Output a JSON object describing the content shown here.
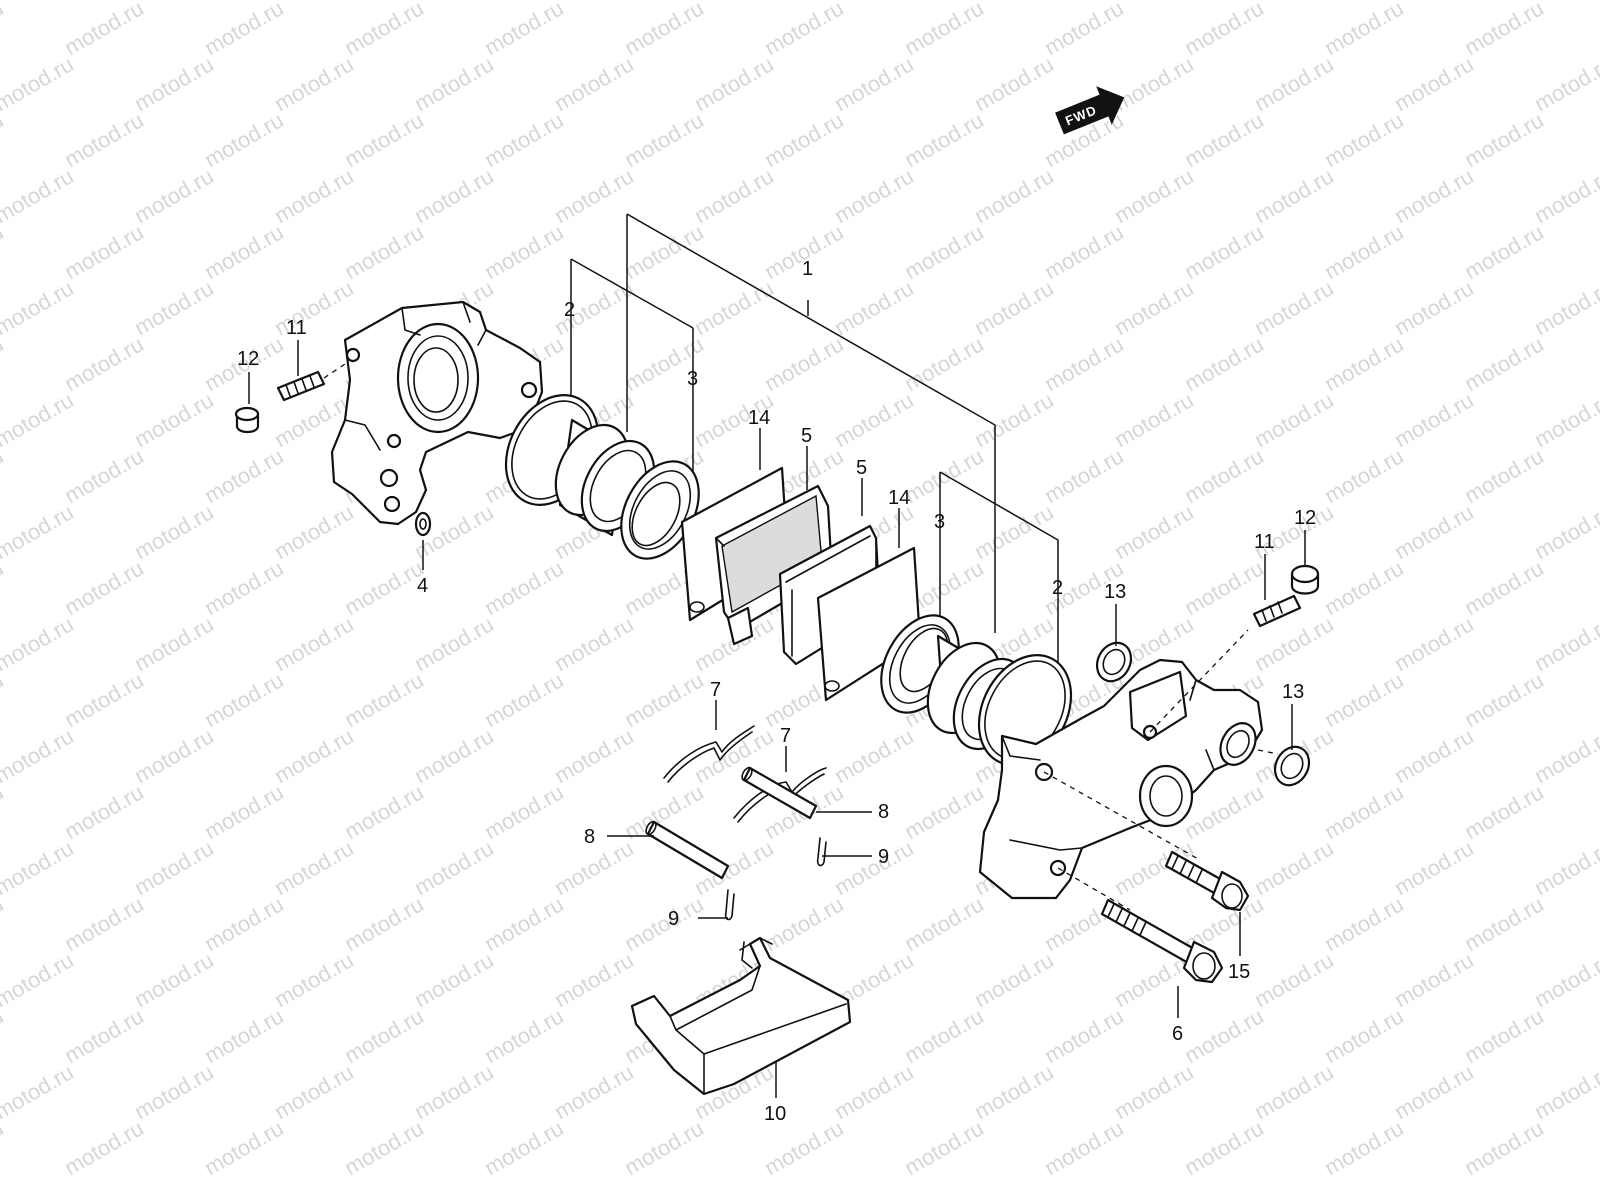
{
  "watermark": {
    "text": "motod.ru",
    "color": "#d6d6d6"
  },
  "direction_marker": {
    "label": "FWD",
    "icon": "forward-arrow-icon"
  },
  "callouts": [
    {
      "id": "c1",
      "label": "1"
    },
    {
      "id": "c2a",
      "label": "2"
    },
    {
      "id": "c2b",
      "label": "2"
    },
    {
      "id": "c3a",
      "label": "3"
    },
    {
      "id": "c3b",
      "label": "3"
    },
    {
      "id": "c4",
      "label": "4"
    },
    {
      "id": "c5a",
      "label": "5"
    },
    {
      "id": "c5b",
      "label": "5"
    },
    {
      "id": "c6",
      "label": "6"
    },
    {
      "id": "c7a",
      "label": "7"
    },
    {
      "id": "c7b",
      "label": "7"
    },
    {
      "id": "c8a",
      "label": "8"
    },
    {
      "id": "c8b",
      "label": "8"
    },
    {
      "id": "c9a",
      "label": "9"
    },
    {
      "id": "c9b",
      "label": "9"
    },
    {
      "id": "c10",
      "label": "10"
    },
    {
      "id": "c11a",
      "label": "11"
    },
    {
      "id": "c11b",
      "label": "11"
    },
    {
      "id": "c12a",
      "label": "12"
    },
    {
      "id": "c12b",
      "label": "12"
    },
    {
      "id": "c13a",
      "label": "13"
    },
    {
      "id": "c13b",
      "label": "13"
    },
    {
      "id": "c14a",
      "label": "14"
    },
    {
      "id": "c14b",
      "label": "14"
    },
    {
      "id": "c15",
      "label": "15"
    }
  ]
}
